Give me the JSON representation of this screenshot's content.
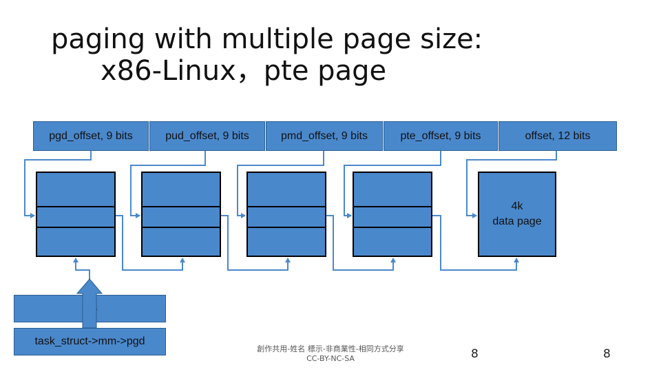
{
  "title": {
    "line1": "paging with multiple page size:",
    "line2": "x86-Linux，pte page"
  },
  "fields": [
    {
      "label": "pgd_offset, 9 bits"
    },
    {
      "label": "pud_offset, 9 bits"
    },
    {
      "label": "pmd_offset, 9 bits"
    },
    {
      "label": "pte_offset, 9 bits"
    },
    {
      "label": "offset, 12 bits"
    }
  ],
  "data_page": {
    "line1": "4k",
    "line2": "data page"
  },
  "cr3": {
    "label": "cr3"
  },
  "task": {
    "label": "task_struct->mm->pgd"
  },
  "footer": {
    "line1": "創作共用-姓名  標示-非商業性-相同方式分享",
    "line2": "CC-BY-NC-SA"
  },
  "page_number": "8",
  "colors": {
    "box_fill": "#4a88cc",
    "box_border": "#2a5d91",
    "arrow": "#4a88cc"
  }
}
